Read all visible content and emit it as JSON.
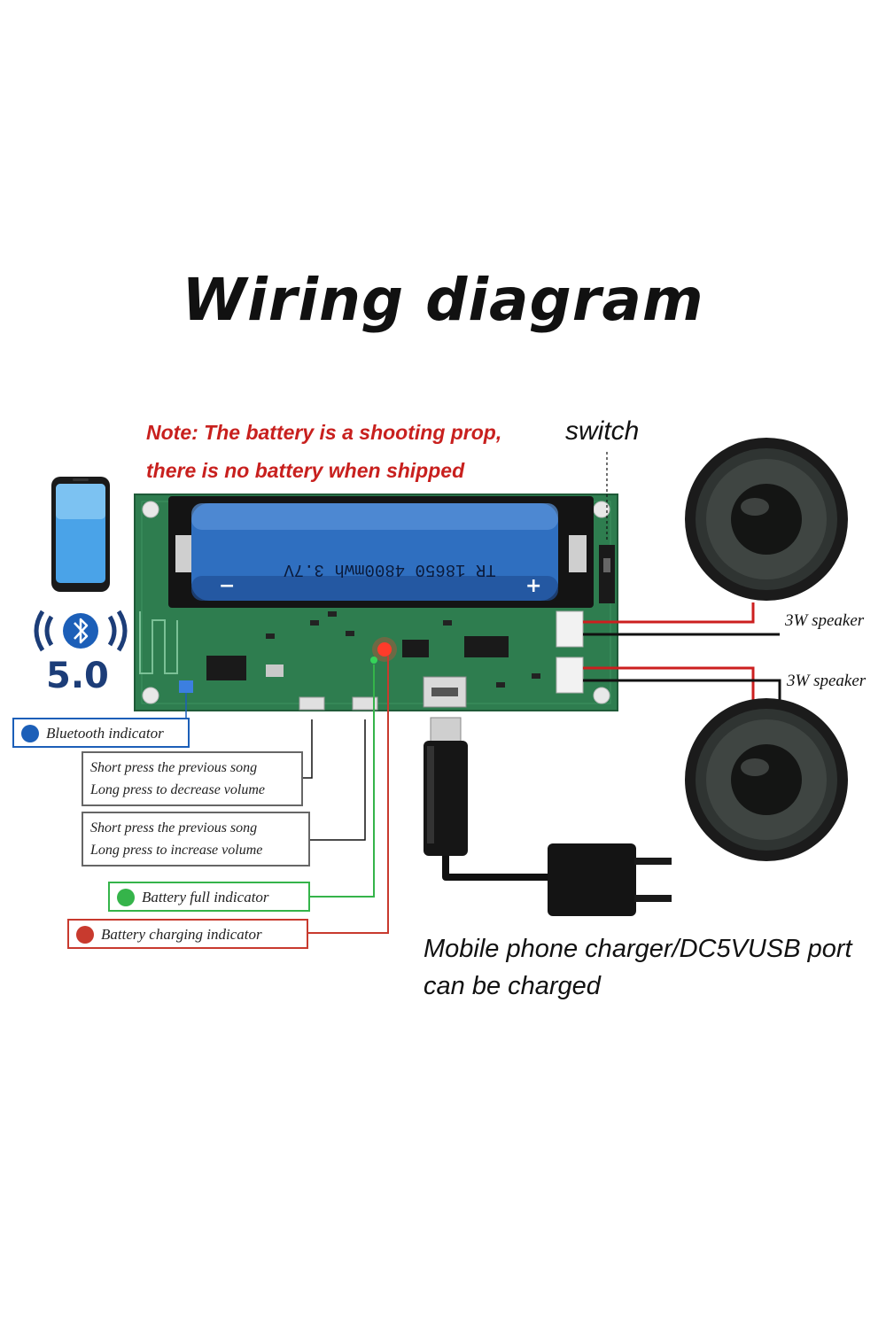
{
  "title": "Wiring diagram",
  "note": {
    "line1": "Note: The battery is a shooting prop,",
    "line2": "there is no battery when shipped"
  },
  "switch_label": "switch",
  "battery_label": "TR 18650 4800mwh 3.7V",
  "speakers": [
    {
      "label": "3W speaker"
    },
    {
      "label": "3W speaker"
    }
  ],
  "bluetooth": {
    "version": "5.0",
    "indicator_label": "Bluetooth indicator"
  },
  "buttons": [
    {
      "line1": "Short press the previous song",
      "line2": "Long press to decrease volume"
    },
    {
      "line1": "Short press the previous song",
      "line2": "Long press to increase volume"
    }
  ],
  "indicators": {
    "battery_full": "Battery full indicator",
    "battery_charging": "Battery charging indicator"
  },
  "charger": {
    "line1": "Mobile phone charger/DC5VUSB port",
    "line2": "can be charged"
  },
  "colors": {
    "note_red": "#c8201e",
    "board_green": "#2e7d4f",
    "battery_blue": "#2f6fc0",
    "full_green": "#35b44a",
    "charging_red": "#c83a2e",
    "bt_blue": "#1c5fb8"
  }
}
